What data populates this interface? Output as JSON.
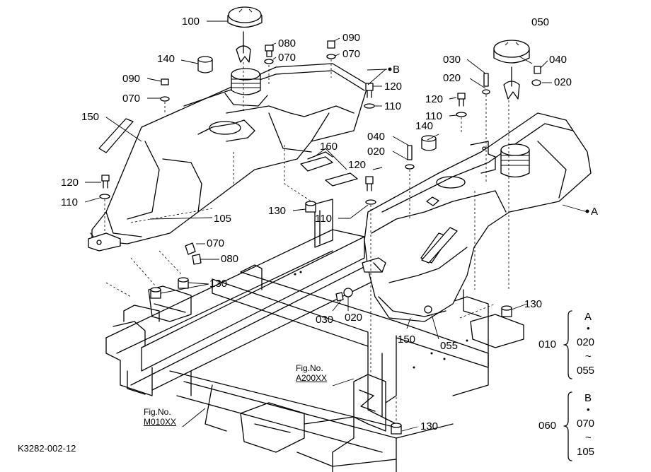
{
  "drawing_id": "K3282-002-12",
  "part_labels": {
    "p100": "100",
    "p080a": "080",
    "p090a": "090",
    "p140a": "140",
    "p070a": "070",
    "p070b": "070",
    "p090b": "090",
    "p070c": "070",
    "p150a": "150",
    "p120a": "120",
    "p110a": "110",
    "pB": "B",
    "p120b": "120",
    "p110b": "110",
    "p160": "160",
    "p120c": "120",
    "p105": "105",
    "p130a": "130",
    "p110c": "110",
    "p070d": "070",
    "p080b": "080",
    "p130b": "130",
    "p030a": "030",
    "p020a": "020",
    "p050": "050",
    "p030b": "030",
    "p040a": "040",
    "p020b": "020",
    "p020c": "020",
    "p120d": "120",
    "p110d": "110",
    "p140b": "140",
    "p040b": "040",
    "p020d": "020",
    "pA": "A",
    "p130c": "130",
    "p150b": "150",
    "p055": "055",
    "p130d": "130"
  },
  "fig_refs": [
    {
      "label": "Fig.No.",
      "ref": "A200XX"
    },
    {
      "label": "Fig.No.",
      "ref": "M010XX"
    }
  ],
  "groups": [
    {
      "part": "010",
      "top": "A",
      "dot": "•",
      "from": "020",
      "tilde": "~",
      "to": "055"
    },
    {
      "part": "060",
      "top": "B",
      "dot": "•",
      "from": "070",
      "tilde": "~",
      "to": "105"
    }
  ]
}
